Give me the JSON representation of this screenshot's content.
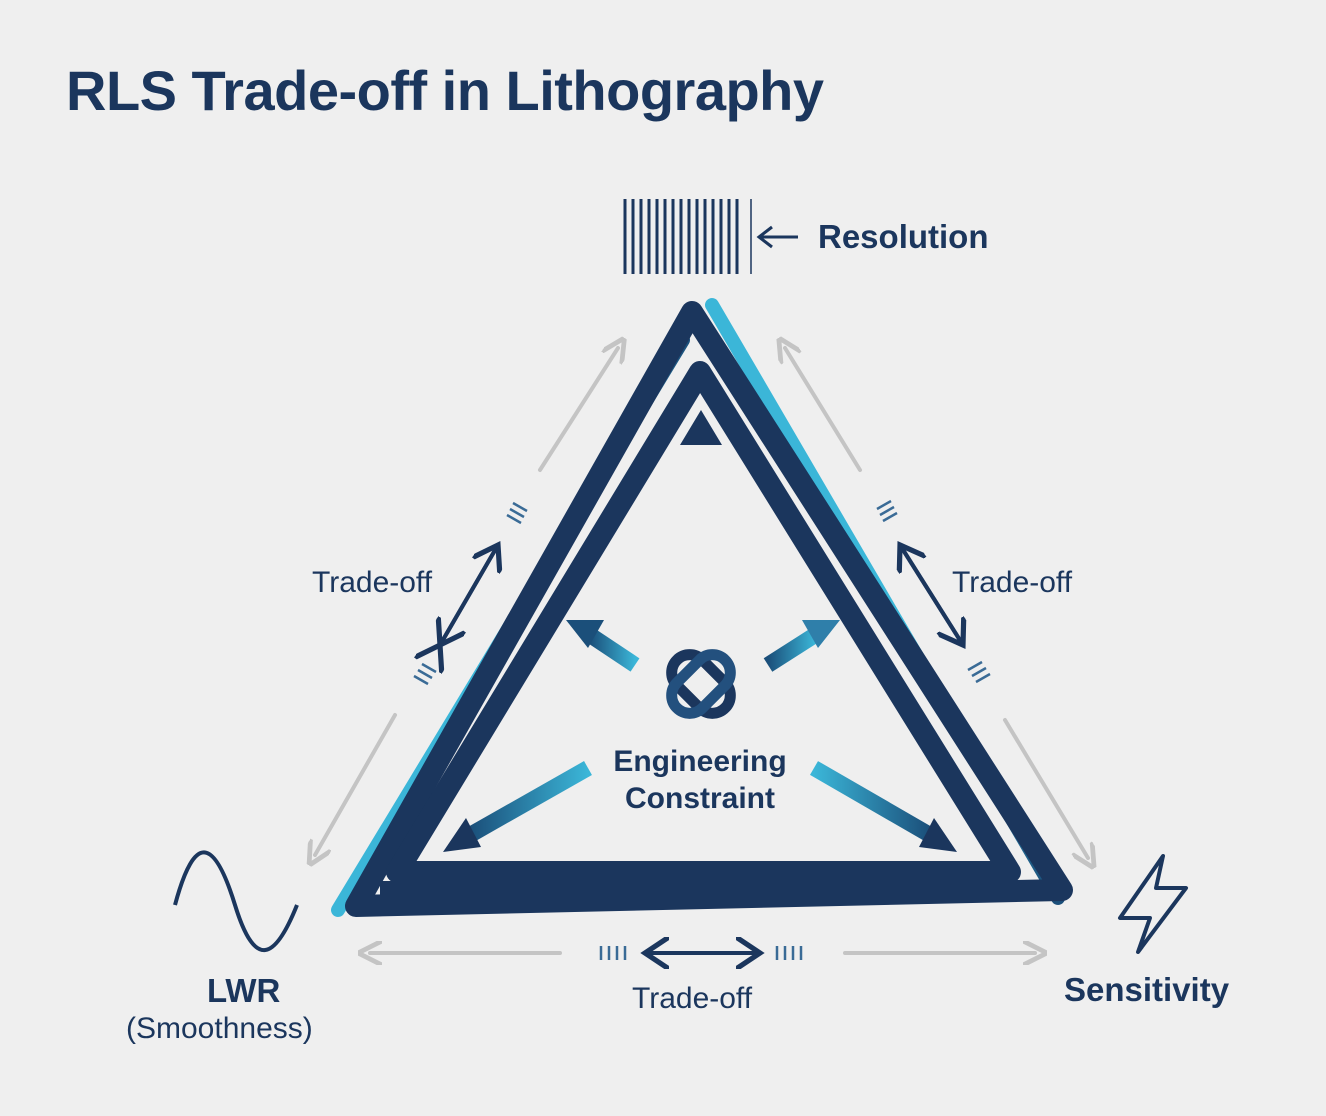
{
  "title": "RLS Trade-off in Lithography",
  "vertices": {
    "resolution": {
      "label": "Resolution",
      "icon": "line-grating-icon"
    },
    "lwr": {
      "label": "LWR",
      "sublabel": "(Smoothness)",
      "icon": "sine-wave-icon"
    },
    "sensitivity": {
      "label": "Sensitivity",
      "icon": "lightning-bolt-icon"
    }
  },
  "edges": {
    "left": "Trade-off",
    "right": "Trade-off",
    "bottom": "Trade-off"
  },
  "center": {
    "line1": "Engineering",
    "line2": "Constraint",
    "icon": "interlocked-knot-icon"
  },
  "colors": {
    "navy": "#1b365d",
    "cyan": "#3bb6d8",
    "gray": "#c4c4c4",
    "background": "#efefef"
  }
}
